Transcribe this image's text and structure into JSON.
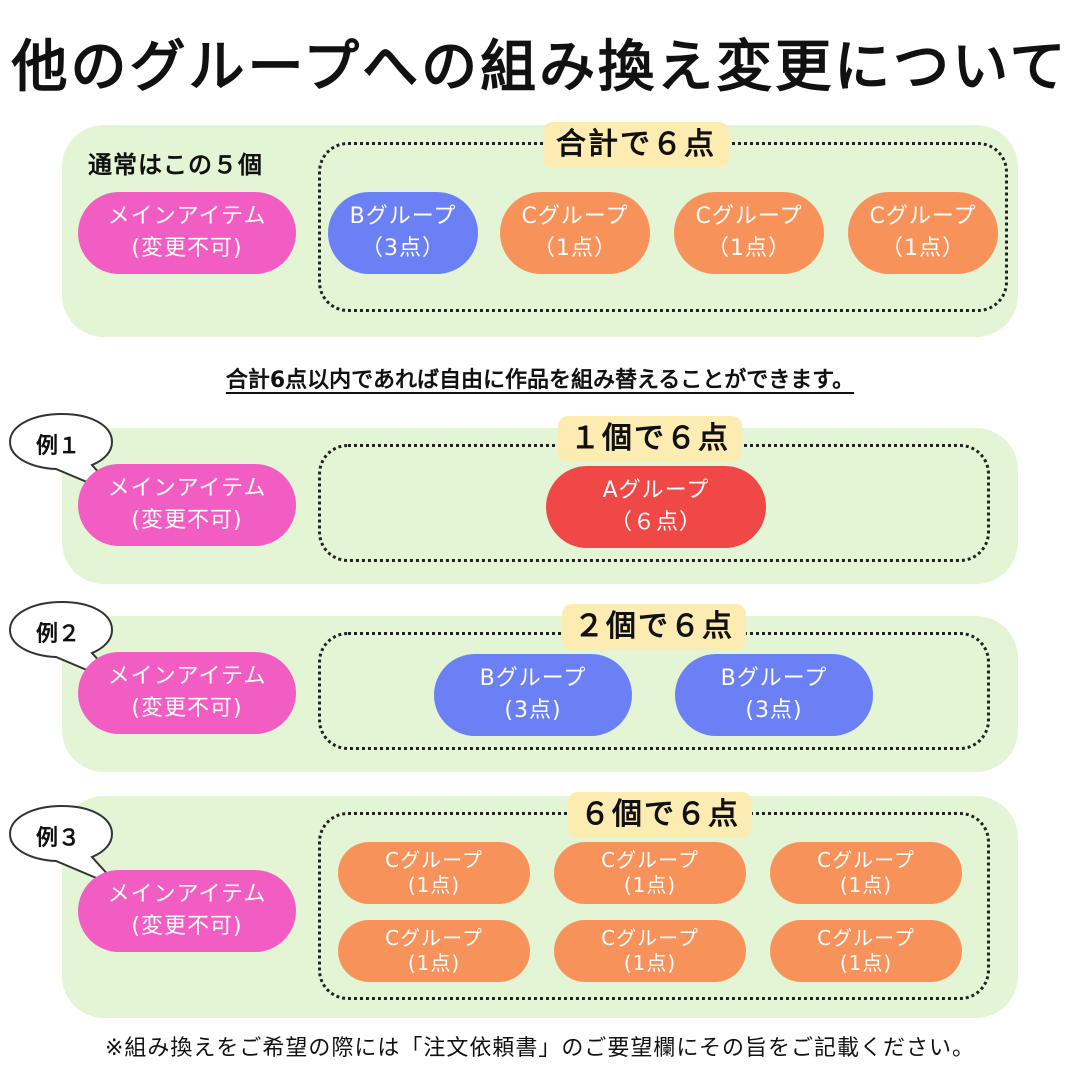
{
  "title": "他のグループへの組み換え変更について",
  "section_normal": {
    "label": "通常はこの５個",
    "total_tag": "合計で６点",
    "main_item": {
      "name": "メインアイテム",
      "note": "(変更不可)"
    },
    "items": [
      {
        "group": "Bグループ",
        "points": "（3点）"
      },
      {
        "group": "Cグループ",
        "points": "（1点）"
      },
      {
        "group": "Cグループ",
        "points": "（1点）"
      },
      {
        "group": "Cグループ",
        "points": "（1点）"
      }
    ]
  },
  "caption": "合計6点以内であれば自由に作品を組み替えることができます。",
  "examples": [
    {
      "label": "例１",
      "tag": "１個で６点",
      "main_item": {
        "name": "メインアイテム",
        "note": "(変更不可)"
      },
      "items": [
        {
          "group": "Aグループ",
          "points": "（６点）"
        }
      ]
    },
    {
      "label": "例２",
      "tag": "２個で６点",
      "main_item": {
        "name": "メインアイテム",
        "note": "(変更不可)"
      },
      "items": [
        {
          "group": "Bグループ",
          "points": "(3点)"
        },
        {
          "group": "Bグループ",
          "points": "(3点)"
        }
      ]
    },
    {
      "label": "例３",
      "tag": "６個で６点",
      "main_item": {
        "name": "メインアイテム",
        "note": "(変更不可)"
      },
      "items": [
        {
          "group": "Cグループ",
          "points": "(1点)"
        },
        {
          "group": "Cグループ",
          "points": "(1点)"
        },
        {
          "group": "Cグループ",
          "points": "(1点)"
        },
        {
          "group": "Cグループ",
          "points": "(1点)"
        },
        {
          "group": "Cグループ",
          "points": "(1点)"
        },
        {
          "group": "Cグループ",
          "points": "(1点)"
        }
      ]
    }
  ],
  "footer": "※組み換えをご希望の際には「注文依頼書」のご要望欄にその旨をご記載ください。",
  "colors": {
    "panel": "#e3f5d4",
    "tag": "#fdecb2",
    "main_item": "#f25dc3",
    "group_a": "#f04747",
    "group_b": "#6b80f5",
    "group_c": "#f7925a"
  }
}
